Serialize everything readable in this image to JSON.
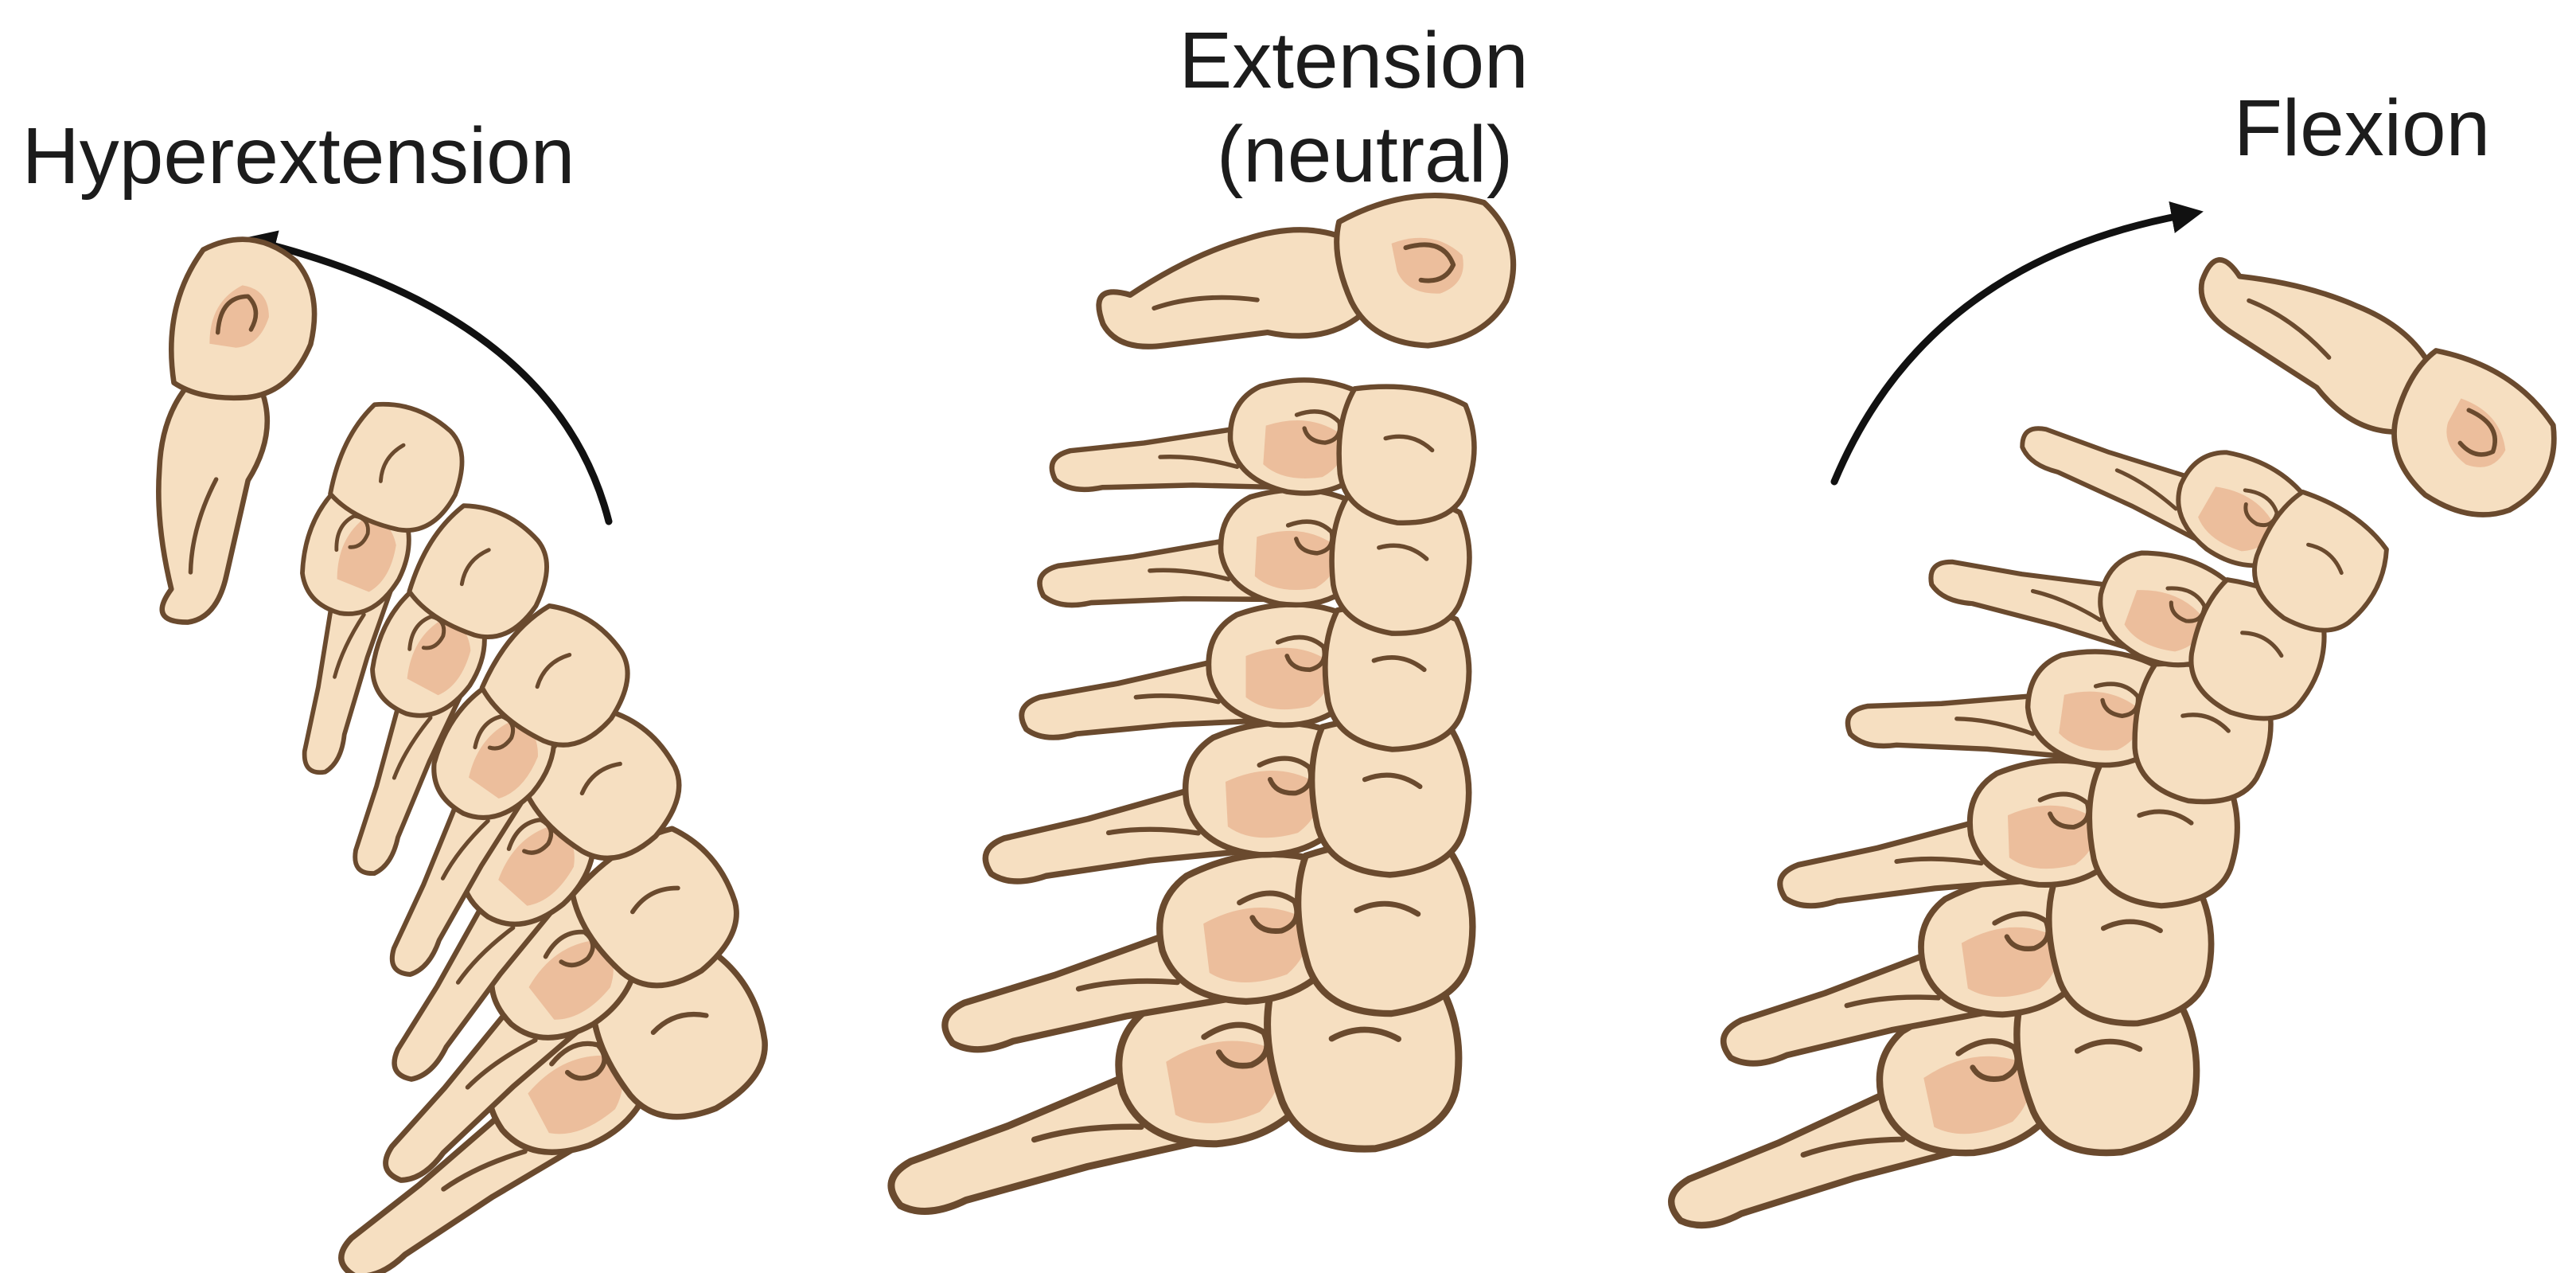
{
  "panels": [
    {
      "id": "hyperextension",
      "label_lines": [
        "Hyperextension"
      ],
      "arrow": "counterclockwise"
    },
    {
      "id": "extension",
      "label_lines": [
        "Extension",
        "(neutral)"
      ],
      "arrow": "none"
    },
    {
      "id": "flexion",
      "label_lines": [
        "Flexion"
      ],
      "arrow": "clockwise"
    }
  ],
  "colors": {
    "background": "#ffffff",
    "bone_fill": "#f6dfc1",
    "bone_shade": "#eab995",
    "bone_outline": "#6a4a2e",
    "arrow": "#111111",
    "label_text": "#1c1c1c"
  }
}
